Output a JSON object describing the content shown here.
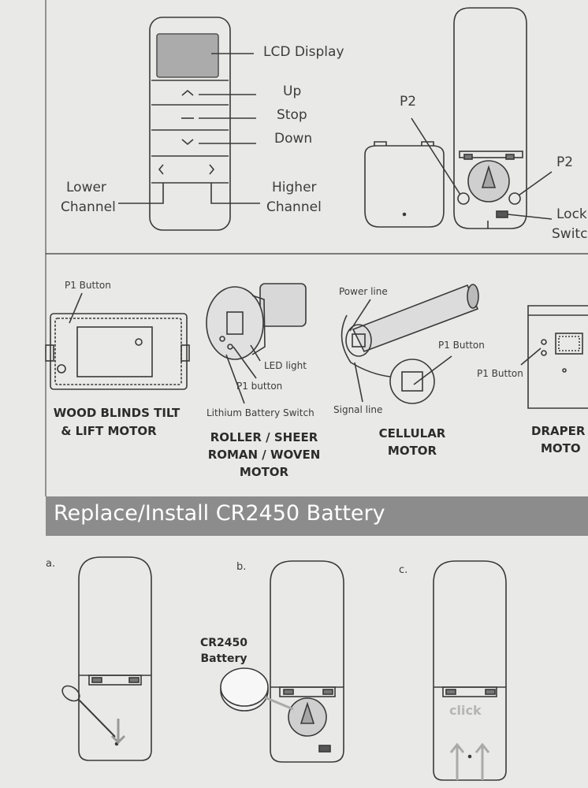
{
  "remote_labels": {
    "lcd_display": "LCD Display",
    "up": "Up",
    "stop": "Stop",
    "down": "Down",
    "lower_channel_1": "Lower",
    "lower_channel_2": "Channel",
    "higher_channel_1": "Higher",
    "higher_channel_2": "Channel"
  },
  "back_labels": {
    "p2_left": "P2",
    "p2_right": "P2",
    "lock_1": "Lock",
    "lock_2": "Switch"
  },
  "motors": {
    "wood": {
      "p1": "P1 Button",
      "title_1": "WOOD BLINDS TILT",
      "title_2": "& LIFT MOTOR"
    },
    "roller": {
      "led": "LED light",
      "p1": "P1 button",
      "battery_switch": "Lithium Battery Switch",
      "title_1": "ROLLER / SHEER",
      "title_2": "ROMAN / WOVEN",
      "title_3": "MOTOR"
    },
    "cellular": {
      "power": "Power line",
      "p1": "P1 Button",
      "signal": "Signal line",
      "title_1": "CELLULAR",
      "title_2": "MOTOR"
    },
    "drapery": {
      "p1": "P1 Button",
      "title_1": "DRAPER",
      "title_2": "MOTO"
    }
  },
  "battery_section": {
    "banner": "Replace/Install CR2450 Battery",
    "step_a": "a.",
    "step_b": "b.",
    "step_c": "c.",
    "battery_1": "CR2450",
    "battery_2": "Battery",
    "click": "click"
  },
  "colors": {
    "background": "#e9e9e7",
    "banner": "#8c8c8c",
    "line": "#3a3a3a"
  }
}
